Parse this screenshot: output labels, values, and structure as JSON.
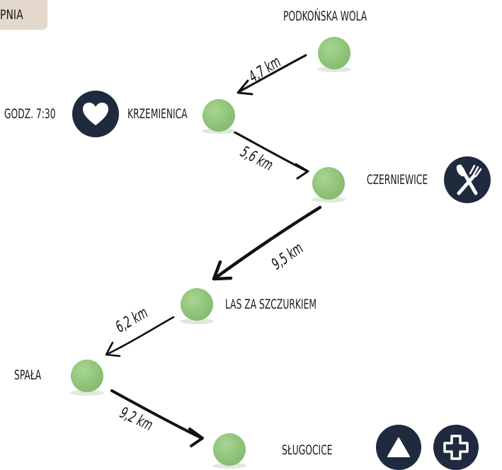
{
  "header": {
    "tab_label": "PNIA"
  },
  "stops": [
    {
      "name": "PODKOŃSKA WOLA"
    },
    {
      "name": "KRZEMIENICA",
      "time": "GODZ. 7:30"
    },
    {
      "name": "CZERNIEWICE"
    },
    {
      "name": "LAS ZA SZCZURKIEM"
    },
    {
      "name": "SPAŁA"
    },
    {
      "name": "SŁUGOCICE"
    }
  ],
  "segments": [
    {
      "distance": "4,7 km"
    },
    {
      "distance": "5,6 km"
    },
    {
      "distance": "9,5 km"
    },
    {
      "distance": "6,2 km"
    },
    {
      "distance": "9,2 km"
    }
  ],
  "icons": {
    "krzemienica": "heart-icon",
    "czerniewice": "cutlery-icon",
    "slugocice": [
      "triangle-icon",
      "first-aid-cross-icon"
    ]
  },
  "colors": {
    "node_green": "#8cc277",
    "badge_navy": "#1f2a3f",
    "tab_beige": "#e3d8cb"
  }
}
